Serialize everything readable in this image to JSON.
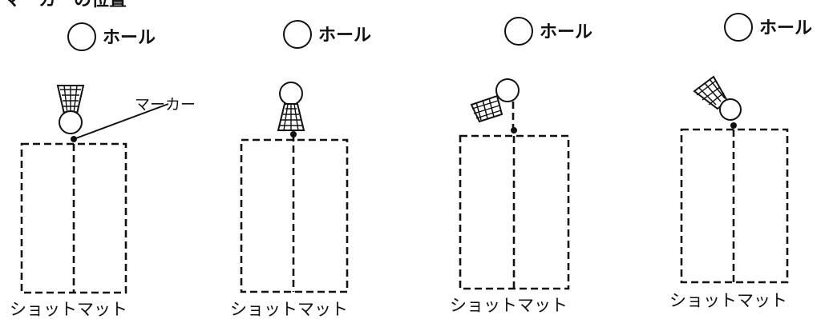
{
  "heading": "マーカーの位置",
  "hole_label": "ホール",
  "mat_label": "ショットマット",
  "marker_label": "マーカー",
  "panels": [
    {
      "id": "a",
      "shuttle_orientation": "cork-down-feathers-up"
    },
    {
      "id": "b",
      "shuttle_orientation": "cork-up-feathers-down"
    },
    {
      "id": "c",
      "shuttle_orientation": "tilted-cork-right"
    },
    {
      "id": "d",
      "shuttle_orientation": "tilted-cork-lower-right"
    }
  ],
  "icons": [
    "hole-icon",
    "shuttlecock-icon",
    "marker-dot-icon"
  ]
}
